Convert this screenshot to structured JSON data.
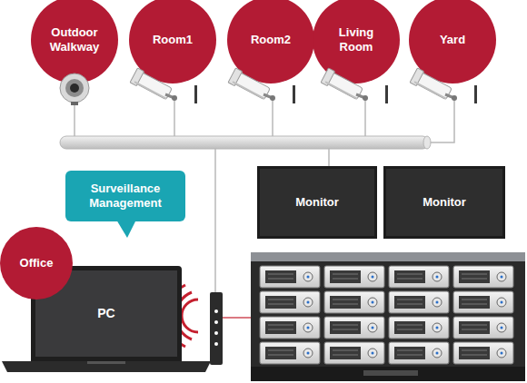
{
  "diagram": {
    "nodes": [
      {
        "text": [
          "Outdoor Walkway"
        ]
      },
      {
        "text": [
          "Room1"
        ]
      },
      {
        "text": [
          "Room2"
        ]
      },
      {
        "text": [
          "Living Room"
        ]
      },
      {
        "text": [
          "Yard"
        ]
      },
      {
        "text": [
          "Surveillance Management"
        ]
      },
      {
        "text": [
          "Monitor"
        ]
      },
      {
        "text": [
          "Monitor"
        ]
      },
      {
        "text": [
          "Office"
        ]
      },
      {
        "text": [
          "PC"
        ]
      }
    ]
  }
}
